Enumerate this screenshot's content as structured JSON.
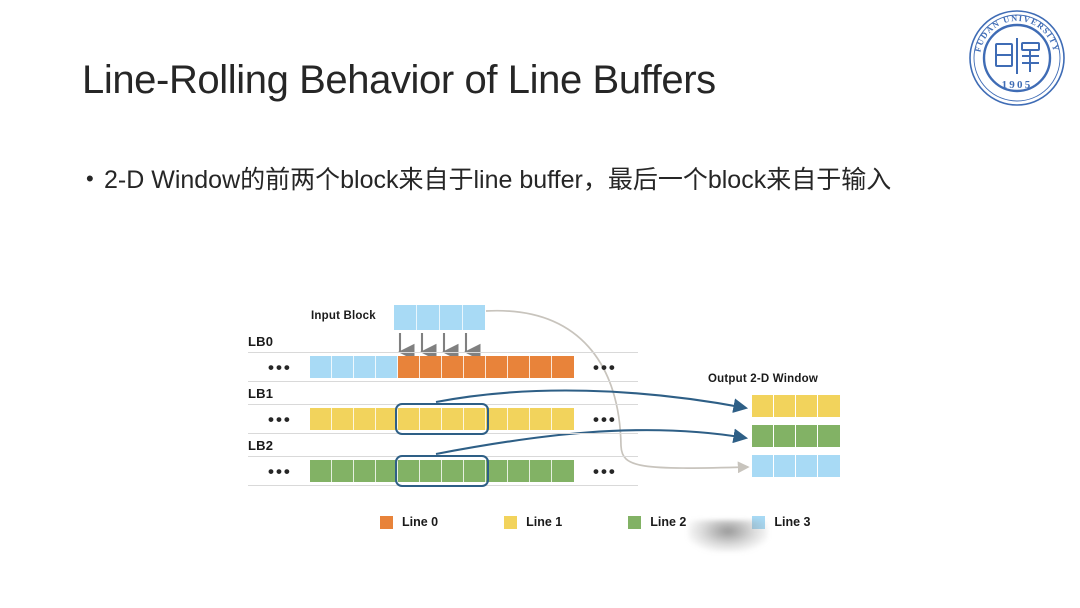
{
  "slide": {
    "title": "Line-Rolling Behavior of Line Buffers",
    "bullets": [
      "2-D Window的前两个block来自于line buffer，最后一个block来自于输入"
    ],
    "bullet_marker": "•",
    "footer_faint": " "
  },
  "logo": {
    "name": "fudan-university-seal",
    "outer_text": "FUDAN UNIVERSITY",
    "year": "1905",
    "characters": "日月",
    "color": "#3f6cb5"
  },
  "figure": {
    "input_block": {
      "label": "Input Block",
      "cells": 4,
      "color": "#a8daf5",
      "arrows": 4,
      "arrow_color": "#808080"
    },
    "line_buffers": [
      {
        "name": "LB0",
        "dots_left": "•••",
        "dots_right": "•••",
        "segments": [
          {
            "color": "#a8daf5",
            "count": 4
          },
          {
            "color": "#e8833a",
            "count": 8
          }
        ],
        "highlight": null
      },
      {
        "name": "LB1",
        "dots_left": "•••",
        "dots_right": "•••",
        "segments": [
          {
            "color": "#f2d35c",
            "count": 12
          }
        ],
        "highlight": {
          "start": 4,
          "count": 4
        }
      },
      {
        "name": "LB2",
        "dots_left": "•••",
        "dots_right": "•••",
        "segments": [
          {
            "color": "#82b265",
            "count": 12
          }
        ],
        "highlight": {
          "start": 4,
          "count": 4
        }
      }
    ],
    "output_window": {
      "label": "Output 2-D Window",
      "rows": [
        {
          "color": "#f2d35c",
          "cells": 4,
          "source": "LB1"
        },
        {
          "color": "#82b265",
          "cells": 4,
          "source": "LB2"
        },
        {
          "color": "#a8daf5",
          "cells": 4,
          "source": "Input Block"
        }
      ]
    },
    "connectors": {
      "solid_arrow_color": "#2e5f86",
      "faint_arrow_color": "#c8c4bd"
    },
    "legend": [
      {
        "label": "Line 0",
        "color": "#e8833a"
      },
      {
        "label": "Line 1",
        "color": "#f2d35c"
      },
      {
        "label": "Line 2",
        "color": "#82b265"
      },
      {
        "label": "Line 3",
        "color": "#a8daf5"
      }
    ]
  }
}
